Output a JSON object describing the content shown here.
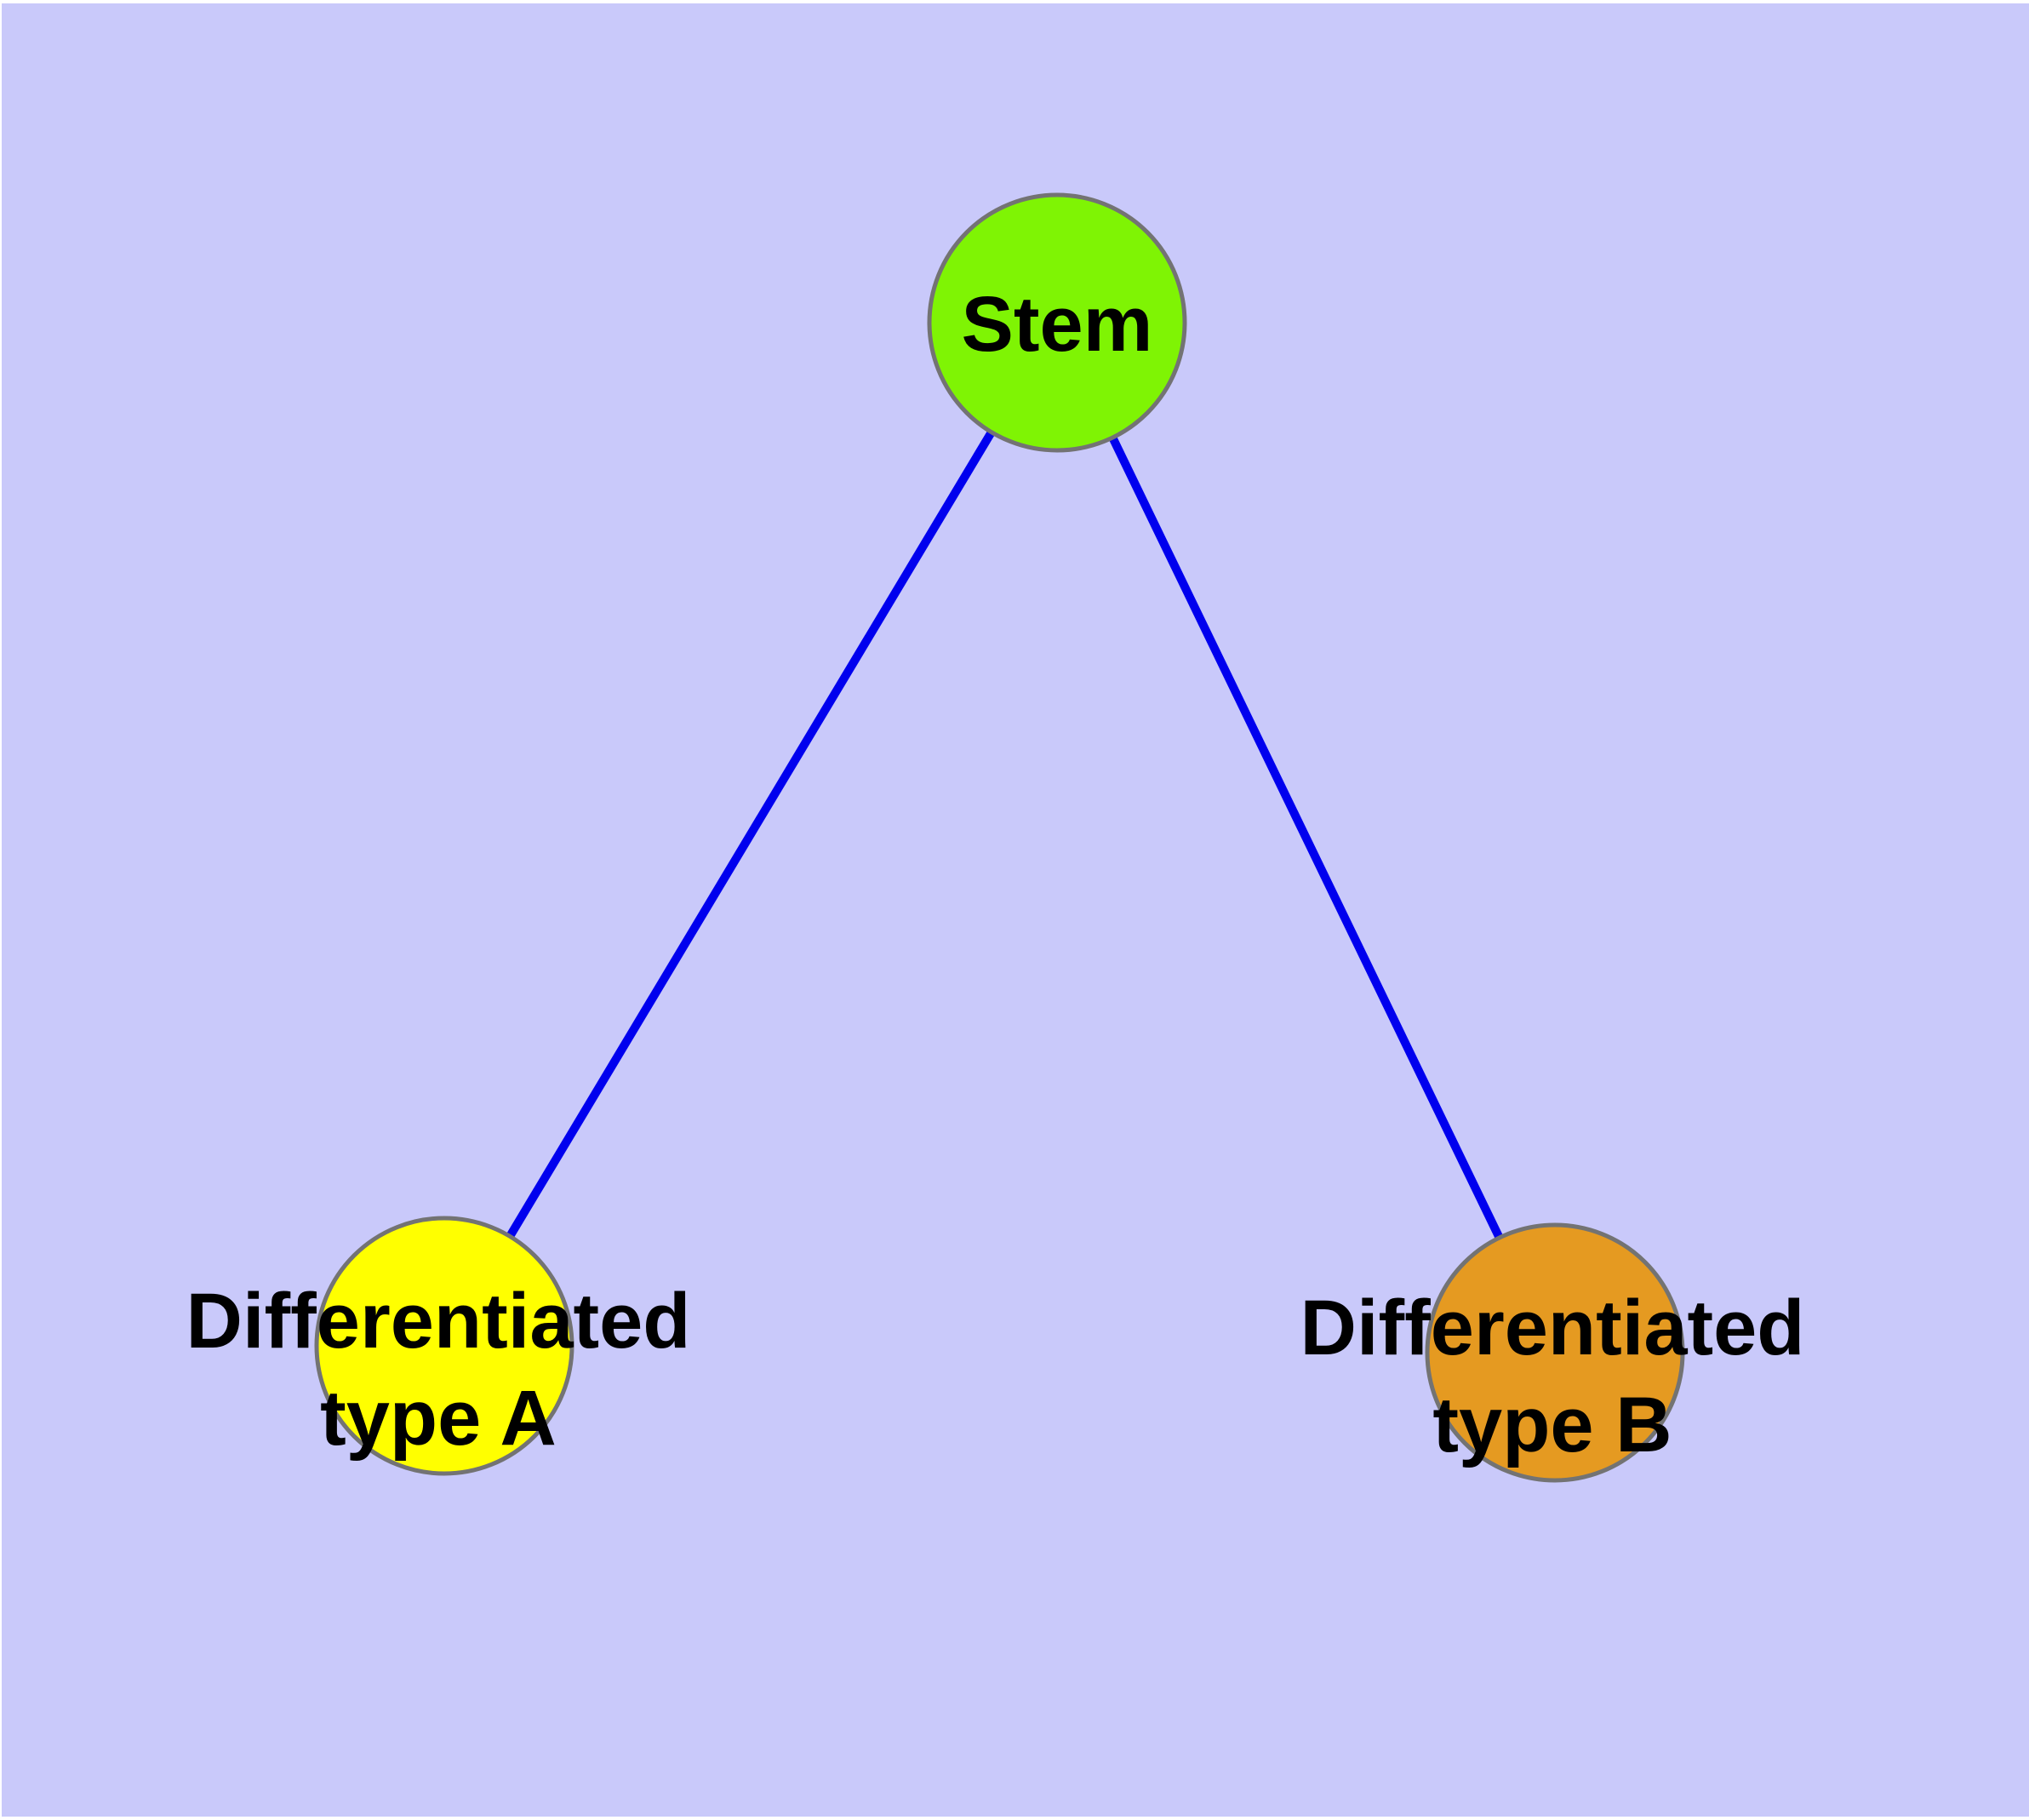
{
  "canvas": {
    "page_background": "#ffffff",
    "background_color": "#c9c9fa"
  },
  "graph": {
    "edge_style": {
      "color": "#0000ee",
      "width": "10"
    },
    "node_style": {
      "border_color": "#737373",
      "border_width": "5",
      "label_color": "#000000"
    },
    "nodes": {
      "stem": {
        "label": "Stem",
        "fill": "#7ff404"
      },
      "type_a": {
        "label_line1": "Differentiated",
        "label_line2": "type A",
        "fill": "#ffff00"
      },
      "type_b": {
        "label_line1": "Differentiated",
        "label_line2": "type B",
        "fill": "#e59a21"
      }
    },
    "edges": [
      {
        "from": "stem",
        "to": "type_a"
      },
      {
        "from": "stem",
        "to": "type_b"
      }
    ]
  }
}
